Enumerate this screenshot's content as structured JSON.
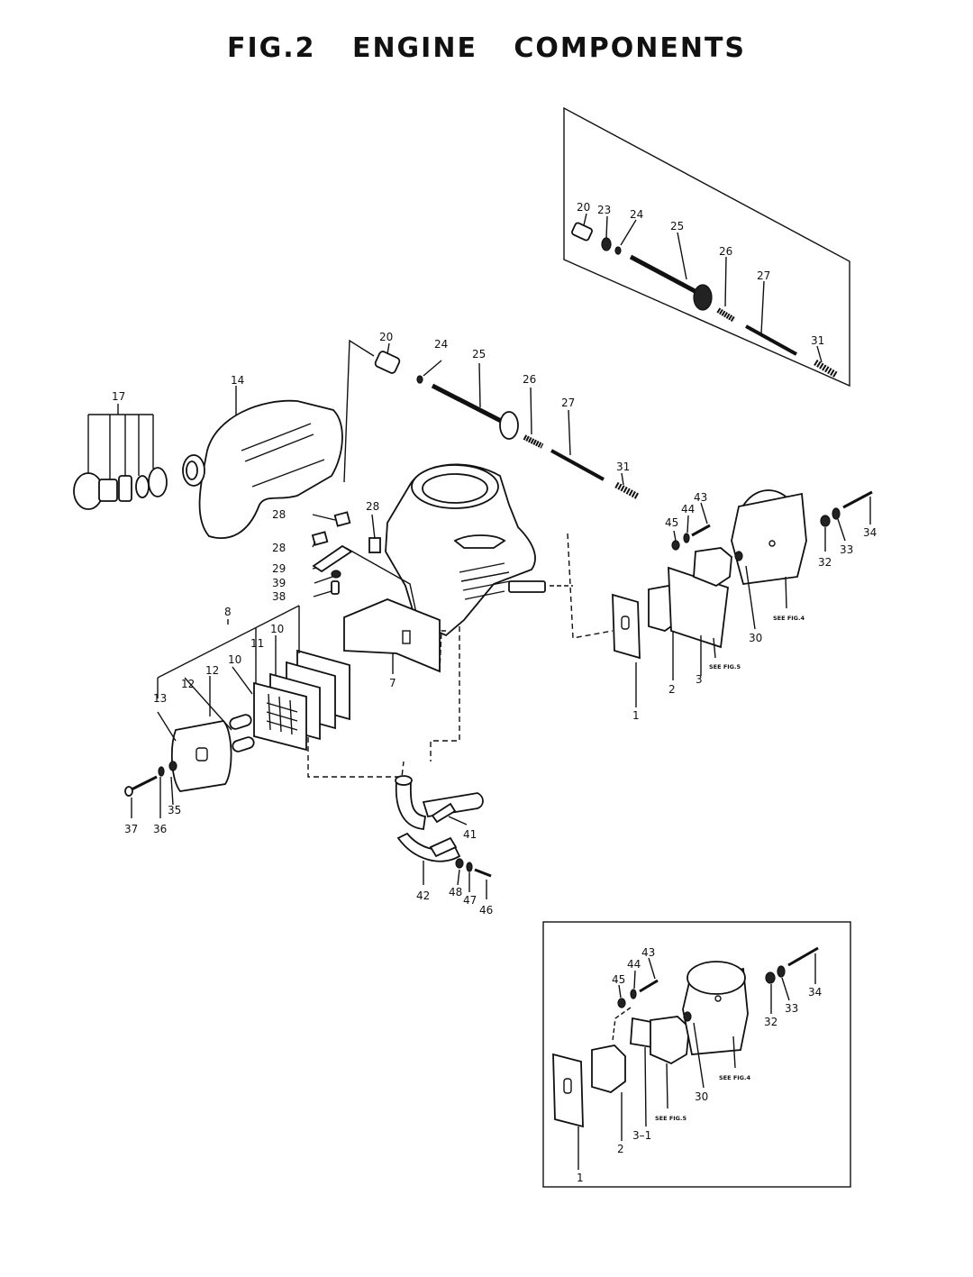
{
  "title": "FIG.2   ENGINE COMPONENTS",
  "callouts": [
    {
      "id": "main-20",
      "text": "20"
    },
    {
      "id": "main-24",
      "text": "24"
    },
    {
      "id": "main-25",
      "text": "25"
    },
    {
      "id": "main-26",
      "text": "26"
    },
    {
      "id": "main-27",
      "text": "27"
    },
    {
      "id": "main-31",
      "text": "31"
    },
    {
      "id": "main-14",
      "text": "14"
    },
    {
      "id": "main-17",
      "text": "17"
    },
    {
      "id": "main-28a",
      "text": "28"
    },
    {
      "id": "main-28b",
      "text": "28"
    },
    {
      "id": "main-28c",
      "text": "28"
    },
    {
      "id": "main-29",
      "text": "29"
    },
    {
      "id": "main-39",
      "text": "39"
    },
    {
      "id": "main-38",
      "text": "38"
    },
    {
      "id": "main-8",
      "text": "8"
    },
    {
      "id": "main-10a",
      "text": "10"
    },
    {
      "id": "main-10b",
      "text": "10"
    },
    {
      "id": "main-11",
      "text": "11"
    },
    {
      "id": "main-12a",
      "text": "12"
    },
    {
      "id": "main-12b",
      "text": "12"
    },
    {
      "id": "main-13",
      "text": "13"
    },
    {
      "id": "main-7",
      "text": "7"
    },
    {
      "id": "main-35",
      "text": "35"
    },
    {
      "id": "main-36",
      "text": "36"
    },
    {
      "id": "main-37",
      "text": "37"
    },
    {
      "id": "main-41",
      "text": "41"
    },
    {
      "id": "main-42",
      "text": "42"
    },
    {
      "id": "main-48",
      "text": "48"
    },
    {
      "id": "main-47",
      "text": "47"
    },
    {
      "id": "main-46",
      "text": "46"
    },
    {
      "id": "main-43",
      "text": "43"
    },
    {
      "id": "main-44",
      "text": "44"
    },
    {
      "id": "main-45",
      "text": "45"
    },
    {
      "id": "main-34",
      "text": "34"
    },
    {
      "id": "main-33",
      "text": "33"
    },
    {
      "id": "main-32",
      "text": "32"
    },
    {
      "id": "main-30",
      "text": "30"
    },
    {
      "id": "main-1",
      "text": "1"
    },
    {
      "id": "main-2",
      "text": "2"
    },
    {
      "id": "main-3",
      "text": "3"
    },
    {
      "id": "inset-top-20",
      "text": "20"
    },
    {
      "id": "inset-top-23",
      "text": "23"
    },
    {
      "id": "inset-top-24",
      "text": "24"
    },
    {
      "id": "inset-top-25",
      "text": "25"
    },
    {
      "id": "inset-top-26",
      "text": "26"
    },
    {
      "id": "inset-top-27",
      "text": "27"
    },
    {
      "id": "inset-top-31",
      "text": "31"
    },
    {
      "id": "inset-bot-43",
      "text": "43"
    },
    {
      "id": "inset-bot-44",
      "text": "44"
    },
    {
      "id": "inset-bot-45",
      "text": "45"
    },
    {
      "id": "inset-bot-34",
      "text": "34"
    },
    {
      "id": "inset-bot-33",
      "text": "33"
    },
    {
      "id": "inset-bot-32",
      "text": "32"
    },
    {
      "id": "inset-bot-30",
      "text": "30"
    },
    {
      "id": "inset-bot-1",
      "text": "1"
    },
    {
      "id": "inset-bot-2",
      "text": "2"
    },
    {
      "id": "inset-bot-3-1",
      "text": "3–1"
    }
  ],
  "notes": {
    "see_fig4_main": "SEE FIG.4",
    "see_fig5_main": "SEE FIG.5",
    "see_fig4_inset": "SEE FIG.4",
    "see_fig5_inset": "SEE FIG.5"
  }
}
